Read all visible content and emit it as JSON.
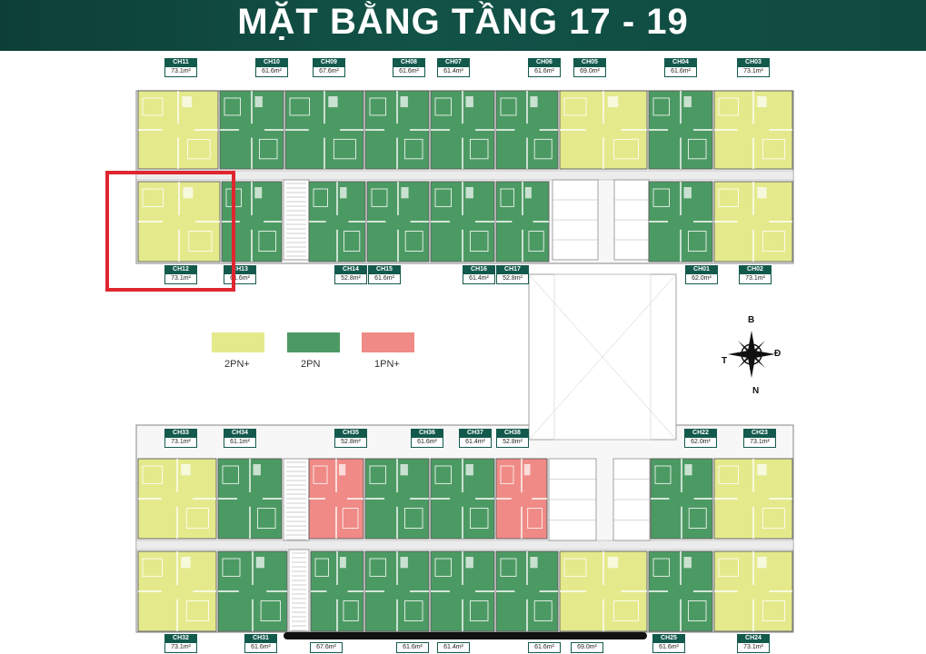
{
  "title": "MẶT BẰNG TẦNG 17 - 19",
  "colors": {
    "2PN+": "#e4ea8c",
    "2PN": "#4c9a63",
    "1PN+": "#f08a86",
    "header": "#0f4a40",
    "highlight": "#e0262f"
  },
  "legend": [
    {
      "label": "2PN+",
      "color": "#e4ea8c"
    },
    {
      "label": "2PN",
      "color": "#4c9a63"
    },
    {
      "label": "1PN+",
      "color": "#f08a86"
    }
  ],
  "compass": {
    "north": "B",
    "south": "N",
    "east": "Đ",
    "west": "T"
  },
  "highlighted_unit": "CH12",
  "units": [
    {
      "code": "CH11",
      "area": "73.1m²",
      "type": "2PN+"
    },
    {
      "code": "CH10",
      "area": "61.6m²",
      "type": "2PN"
    },
    {
      "code": "CH09",
      "area": "67.6m²",
      "type": "2PN"
    },
    {
      "code": "CH08",
      "area": "61.6m²",
      "type": "2PN"
    },
    {
      "code": "CH07",
      "area": "61.4m²",
      "type": "2PN"
    },
    {
      "code": "CH06",
      "area": "61.6m²",
      "type": "2PN"
    },
    {
      "code": "CH05",
      "area": "69.0m²",
      "type": "2PN+"
    },
    {
      "code": "CH04",
      "area": "61.6m²",
      "type": "2PN"
    },
    {
      "code": "CH03",
      "area": "73.1m²",
      "type": "2PN+"
    },
    {
      "code": "CH12",
      "area": "73.1m²",
      "type": "2PN+"
    },
    {
      "code": "CH13",
      "area": "61.6m²",
      "type": "2PN"
    },
    {
      "code": "CH14",
      "area": "52.8m²",
      "type": "2PN"
    },
    {
      "code": "CH15",
      "area": "61.6m²",
      "type": "2PN"
    },
    {
      "code": "CH16",
      "area": "61.4m²",
      "type": "2PN"
    },
    {
      "code": "CH17",
      "area": "52.8m²",
      "type": "2PN"
    },
    {
      "code": "CH01",
      "area": "62.0m²",
      "type": "2PN"
    },
    {
      "code": "CH02",
      "area": "73.1m²",
      "type": "2PN+"
    },
    {
      "code": "CH33",
      "area": "73.1m²",
      "type": "2PN+"
    },
    {
      "code": "CH34",
      "area": "61.1m²",
      "type": "2PN"
    },
    {
      "code": "CH35",
      "area": "52.8m²",
      "type": "1PN+"
    },
    {
      "code": "CH36",
      "area": "61.6m²",
      "type": "2PN"
    },
    {
      "code": "CH37",
      "area": "61.4m²",
      "type": "2PN"
    },
    {
      "code": "CH38",
      "area": "52.8m²",
      "type": "1PN+"
    },
    {
      "code": "CH22",
      "area": "62.0m²",
      "type": "2PN"
    },
    {
      "code": "CH23",
      "area": "73.1m²",
      "type": "2PN+"
    },
    {
      "code": "CH32",
      "area": "73.1m²",
      "type": "2PN+"
    },
    {
      "code": "CH31",
      "area": "61.6m²",
      "type": "2PN"
    },
    {
      "code": "",
      "area": "67.6m²",
      "type": "2PN"
    },
    {
      "code": "",
      "area": "61.6m²",
      "type": "2PN"
    },
    {
      "code": "",
      "area": "61.4m²",
      "type": "2PN"
    },
    {
      "code": "",
      "area": "61.6m²",
      "type": "2PN"
    },
    {
      "code": "",
      "area": "69.0m²",
      "type": "2PN+"
    },
    {
      "code": "CH25",
      "area": "61.6m²",
      "type": "2PN"
    },
    {
      "code": "CH24",
      "area": "73.1m²",
      "type": "2PN+"
    }
  ]
}
